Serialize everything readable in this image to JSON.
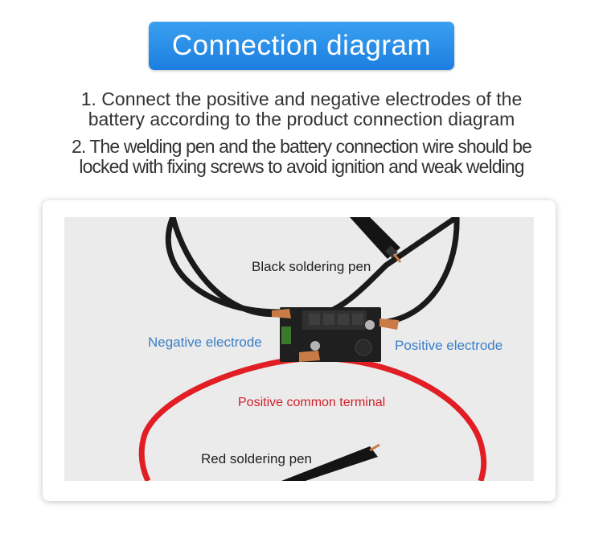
{
  "title": "Connection diagram",
  "instructions": {
    "step1_line1": "1. Connect the positive and negative electrodes of the",
    "step1_line2": "battery according to the product connection diagram",
    "step2_line1": "2. The welding pen and the battery connection wire should be",
    "step2_line2": "locked with fixing screws to avoid ignition and weak welding"
  },
  "diagram": {
    "labels": {
      "black_pen": "Black soldering pen",
      "negative": "Negative electrode",
      "positive": "Positive electrode",
      "common": "Positive common terminal",
      "red_pen": "Red soldering pen"
    },
    "colors": {
      "label_blue": "#3a7fc8",
      "label_red": "#d2202a",
      "cable_red": "#e01e24",
      "cable_black": "#1a1a1a",
      "title_badge": "#2a8fe8"
    }
  }
}
